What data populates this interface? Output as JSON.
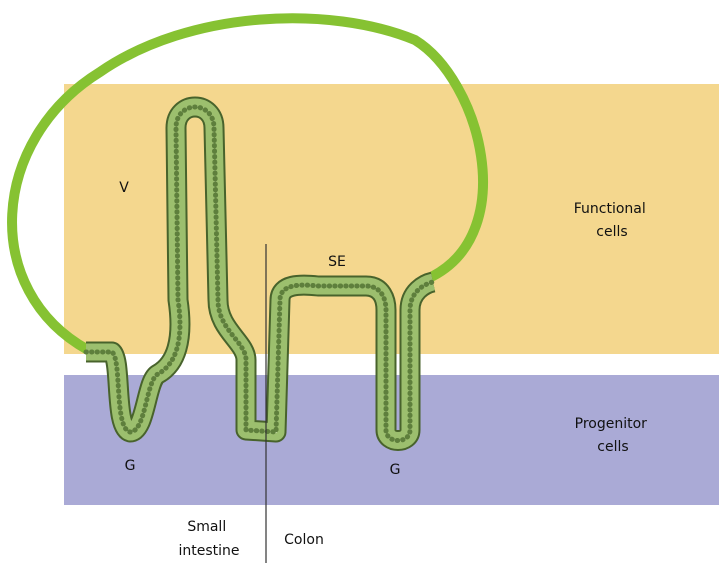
{
  "zones": {
    "functional": {
      "label_line1": "Functional",
      "label_line2": "cells",
      "color": "#F4D78E"
    },
    "progenitor": {
      "label_line1": "Progenitor",
      "label_line2": "cells",
      "color": "#AAAAD6"
    }
  },
  "regions": {
    "small_intestine": {
      "label_line1": "Small",
      "label_line2": "intestine"
    },
    "colon": {
      "label": "Colon"
    }
  },
  "structure_labels": {
    "villus": "V",
    "gland_small_intestine": "G",
    "surface_epithelium": "SE",
    "gland_colon": "G"
  },
  "colors": {
    "epithelium_fill": "#9CBF6E",
    "epithelium_edge": "#48632C",
    "lumen": "#DCE9BE",
    "cell_dot": "#5E7F3C",
    "renewal_arc": "#86C232",
    "divider_line": "#333333"
  }
}
